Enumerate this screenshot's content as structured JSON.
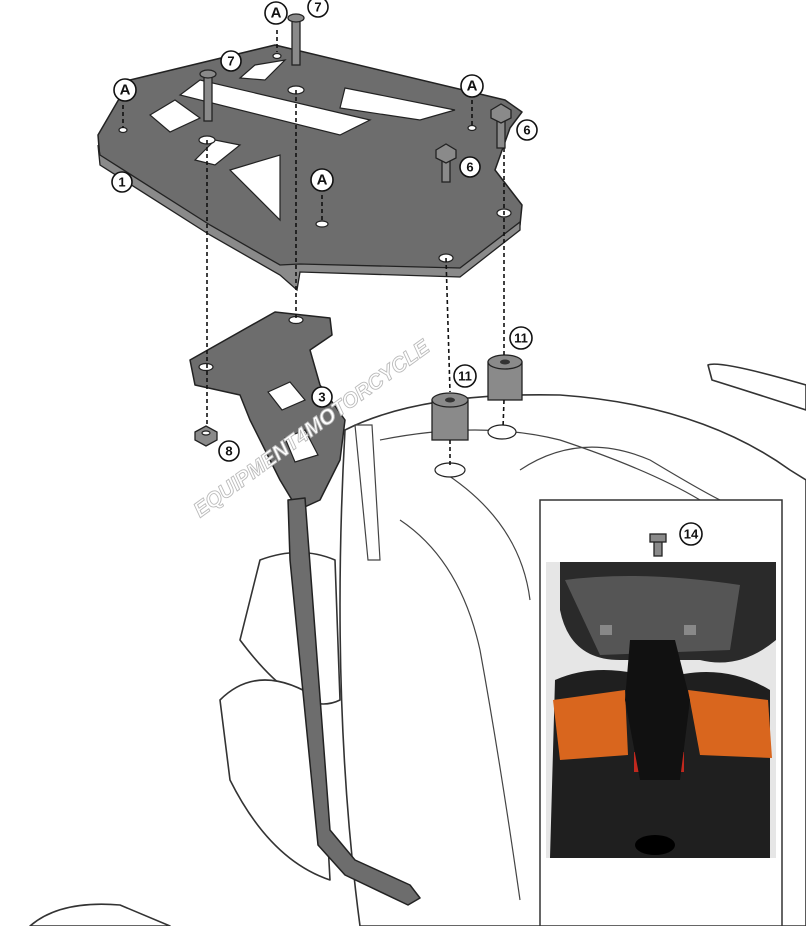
{
  "diagram": {
    "callouts": {
      "a1": "A",
      "a2": "A",
      "a3": "A",
      "a4": "A",
      "p7a": "7",
      "p7b": "7",
      "p6a": "6",
      "p6b": "6",
      "p1": "1",
      "p3": "3",
      "p8": "8",
      "p11a": "11",
      "p11b": "11",
      "p14": "14"
    },
    "watermark": "EQUIPMENT4MOTORCYCLE",
    "colors": {
      "part": "#6d6d6d",
      "taillight": "#d9661e",
      "reflector": "#c0281e"
    }
  }
}
